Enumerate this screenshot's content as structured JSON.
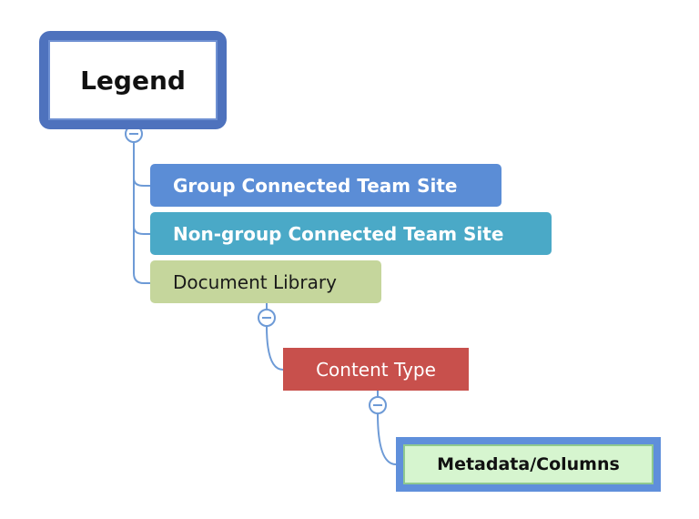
{
  "diagram": {
    "root": {
      "label": "Legend"
    },
    "children": [
      {
        "label": "Group Connected Team Site",
        "color": "#5b8dd6"
      },
      {
        "label": "Non-group Connected Team Site",
        "color": "#4aa9c7"
      },
      {
        "label": "Document Library",
        "color": "#c5d69c"
      }
    ],
    "document_library_child": {
      "label": "Content Type",
      "color": "#c8504c"
    },
    "content_type_child": {
      "label": "Metadata/Columns",
      "color": "#d6f5cf"
    },
    "collapse_icon_glyph": "−",
    "colors": {
      "root_border": "#4e72bd",
      "connector": "#6d9ad6"
    }
  }
}
